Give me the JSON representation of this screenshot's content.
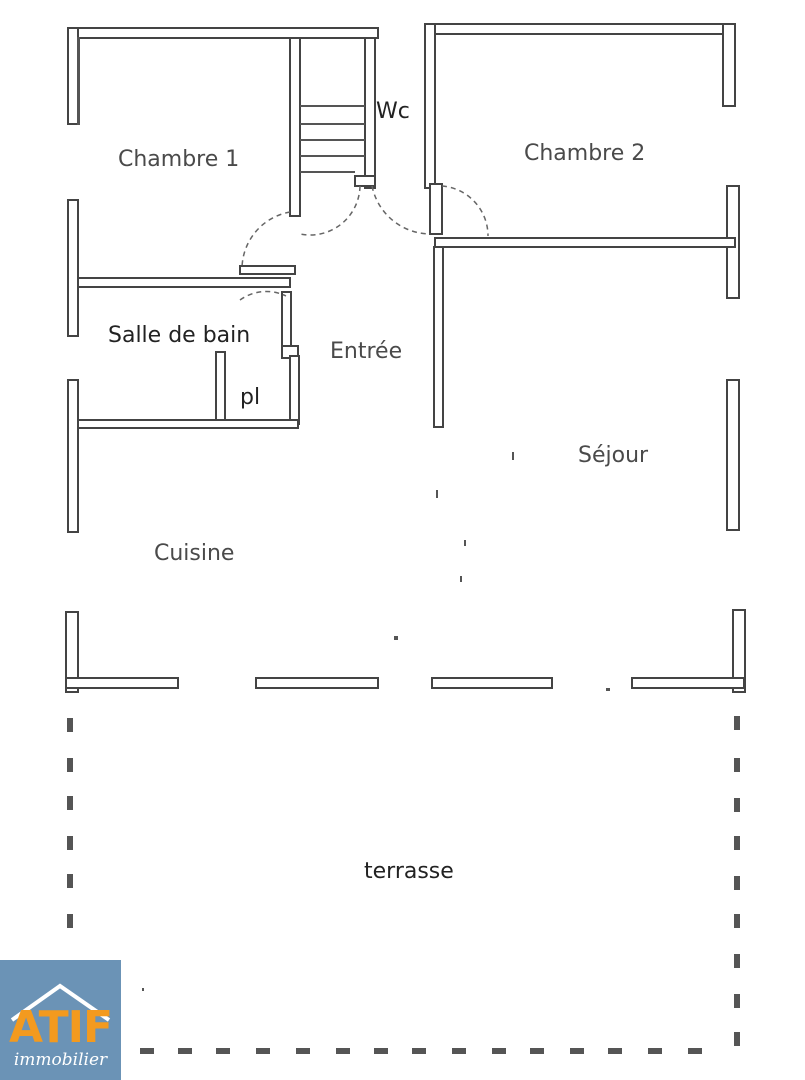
{
  "rooms": {
    "chambre1": "Chambre 1",
    "wc": "Wc",
    "chambre2": "Chambre 2",
    "salle_de_bain": "Salle de bain",
    "entree": "Entrée",
    "placard": "pl",
    "sejour": "Séjour",
    "cuisine": "Cuisine",
    "terrasse": "terrasse"
  },
  "logo": {
    "brand": "ATIF",
    "sub": "immobilier",
    "bg_color": "#6b93b6",
    "brand_color": "#f39a1f"
  }
}
